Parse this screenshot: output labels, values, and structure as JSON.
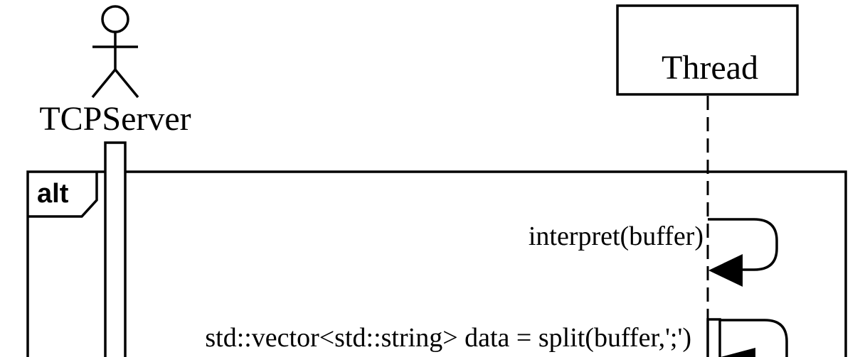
{
  "participants": {
    "actor_label": "TCPServer",
    "thread_label": "Thread"
  },
  "frame": {
    "operator": "alt"
  },
  "messages": [
    {
      "label": "interpret(buffer)"
    },
    {
      "label": "std::vector<std::string> data = split(buffer,';')"
    }
  ],
  "colors": {
    "line": "#000000",
    "background": "#ffffff"
  }
}
